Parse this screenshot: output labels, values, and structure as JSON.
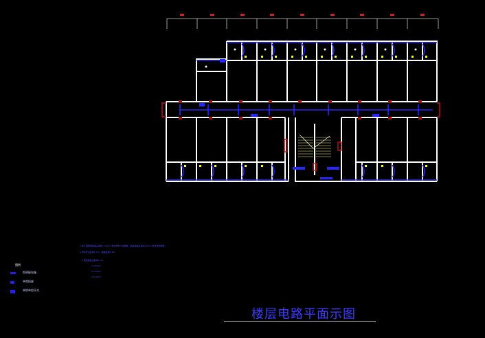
{
  "drawing": {
    "title": "楼层电路平面示图",
    "notes": [
      "1.本工程照明线路采用BV-2.5mm²导线穿PVC管暗敷，插座线路采用BV-4mm²导线穿管暗敷，",
      "2.所有开关距地1.3m，插座距地0.3m。",
      "3.配电箱底边距地1.5m",
      "1  2.5mm²",
      "2  4.0mm²",
      "3  6.0mm²"
    ],
    "legend": {
      "title": "图例",
      "items": [
        {
          "label": "照明配电箱",
          "icon": "distribution-box-icon"
        },
        {
          "label": "单相插座",
          "icon": "socket-icon"
        },
        {
          "label": "单联单控开关",
          "icon": "switch-icon"
        }
      ]
    },
    "colors": {
      "background": "#000000",
      "walls": "#ffffff",
      "wiring": "#2626ff",
      "fixtures": "#ffff00",
      "corridor": "#cc1111",
      "grid_marks": "#d02020",
      "stair": "#ffff66"
    }
  }
}
